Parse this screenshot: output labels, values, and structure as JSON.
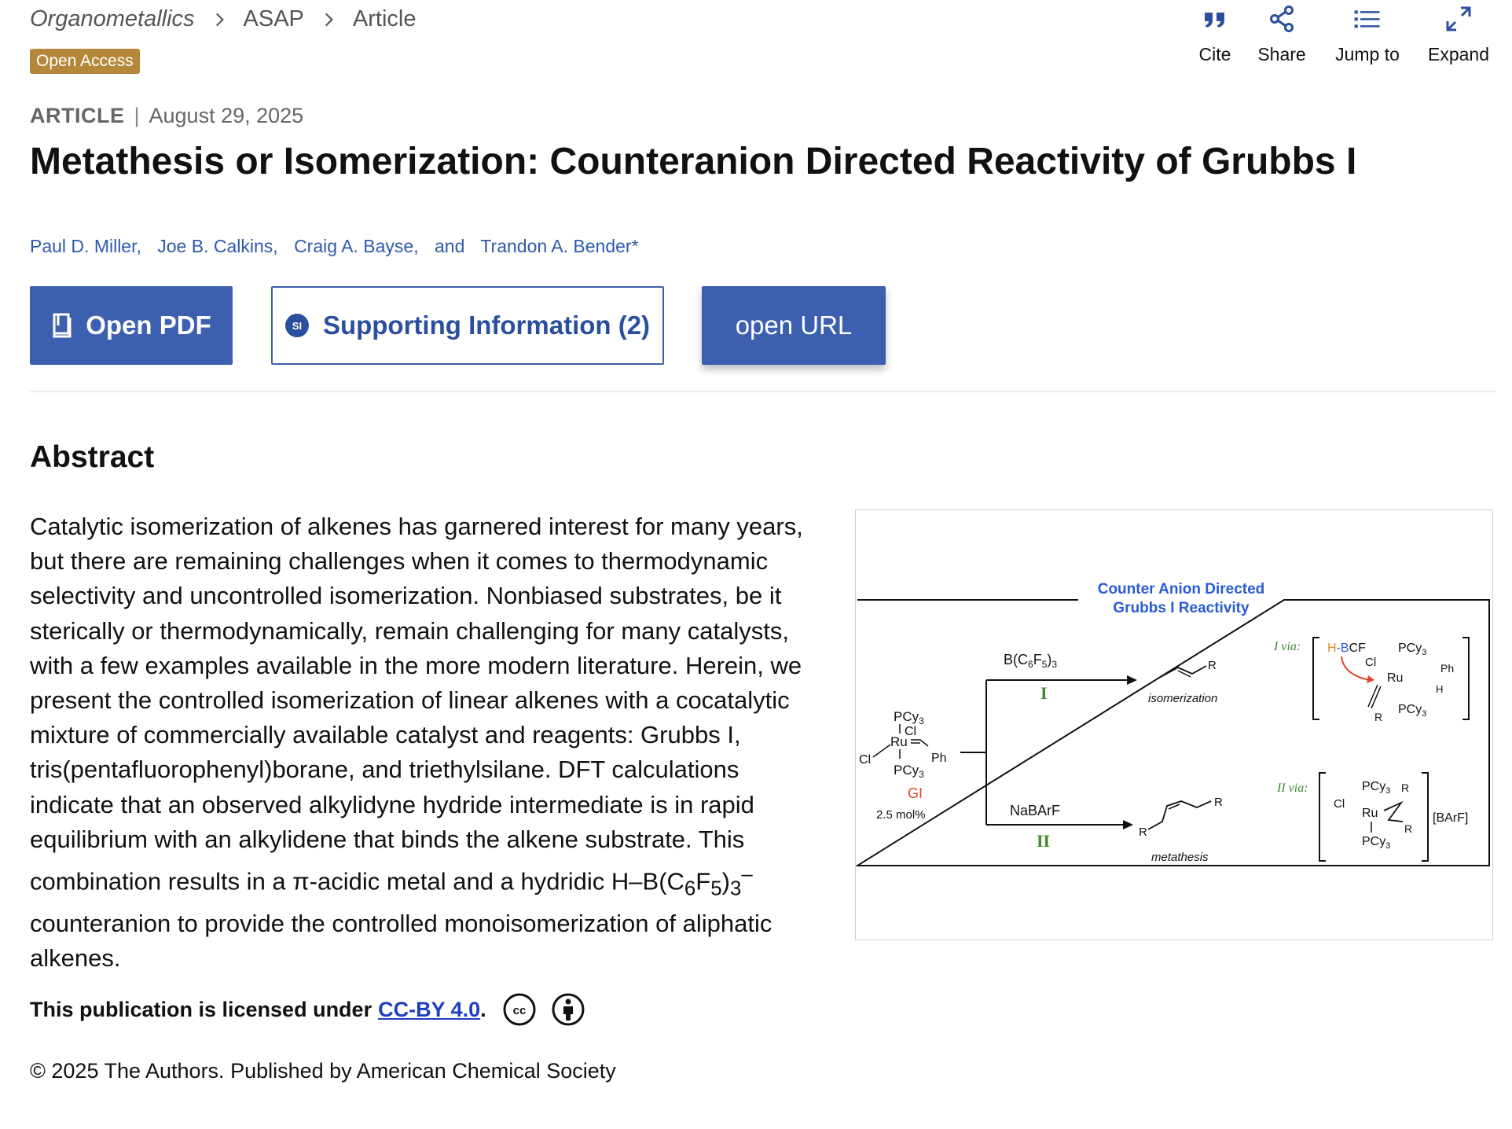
{
  "breadcrumb": {
    "journal": "Organometallics",
    "items": [
      "ASAP",
      "Article"
    ]
  },
  "access_badge": "Open Access",
  "tools": [
    {
      "label": "Cite",
      "icon": "quote-icon"
    },
    {
      "label": "Share",
      "icon": "share-icon"
    },
    {
      "label": "Jump to",
      "icon": "list-icon"
    },
    {
      "label": "Expand",
      "icon": "expand-icon"
    }
  ],
  "article": {
    "type": "ARTICLE",
    "date": "August 29, 2025",
    "title": "Metathesis or Isomerization: Counteranion Directed Reactivity of Grubbs I",
    "authors": [
      "Paul D. Miller,",
      "Joe B. Calkins,",
      "Craig A. Bayse,",
      "and",
      "Trandon A. Bender*"
    ]
  },
  "buttons": {
    "pdf": "Open PDF",
    "si": "Supporting Information (2)",
    "si_badge": "SI",
    "url": "open URL"
  },
  "abstract": {
    "heading": "Abstract",
    "text_before": "Catalytic isomerization of alkenes has garnered interest for many years, but there are remaining challenges when it comes to thermodynamic selectivity and uncontrolled isomerization. Nonbiased substrates, be it sterically or thermodynamically, remain challenging for many catalysts, with a few examples available in the more modern literature. Herein, we present the controlled isomerization of linear alkenes with a cocatalytic mixture of commercially available catalyst and reagents: Grubbs I, tris(pentafluorophenyl)borane, and triethylsilane. DFT calculations indicate that an observed alkylidyne hydride intermediate is in rapid equilibrium with an alkylidene that binds the alkene substrate. This combination results in a π-acidic metal and a hydridic H–B(C",
    "sub1": "6",
    "mid1": "F",
    "sub2": "5",
    "mid2": ")",
    "sub3": "3",
    "sup1": "–",
    "text_after": " counteranion to provide the controlled monoisomerization of aliphatic alkenes."
  },
  "license": {
    "prefix": "This publication is licensed under",
    "link": "CC-BY 4.0",
    "suffix": "."
  },
  "copyright": "© 2025 The Authors. Published by American Chemical Society",
  "toc": {
    "title_line1": "Counter Anion Directed",
    "title_line2": "Grubbs I Reactivity",
    "reagent_top": "B(C6F5)3",
    "label_top": "I",
    "outcome_top": "isomerization",
    "reagent_bottom": "NaBArF",
    "label_bottom": "II",
    "outcome_bottom": "metathesis",
    "catalyst": "GI",
    "loading": "2.5 mol%",
    "via_top": "I via:",
    "via_bottom": "II via:",
    "counterion": "[BArF]"
  },
  "colors": {
    "link": "#2e5aac",
    "button": "#3c5fb0",
    "badge": "#b5873a",
    "toc_title": "#2a5bd7",
    "toc_green": "#3a8a2a",
    "toc_red": "#e0452b"
  }
}
